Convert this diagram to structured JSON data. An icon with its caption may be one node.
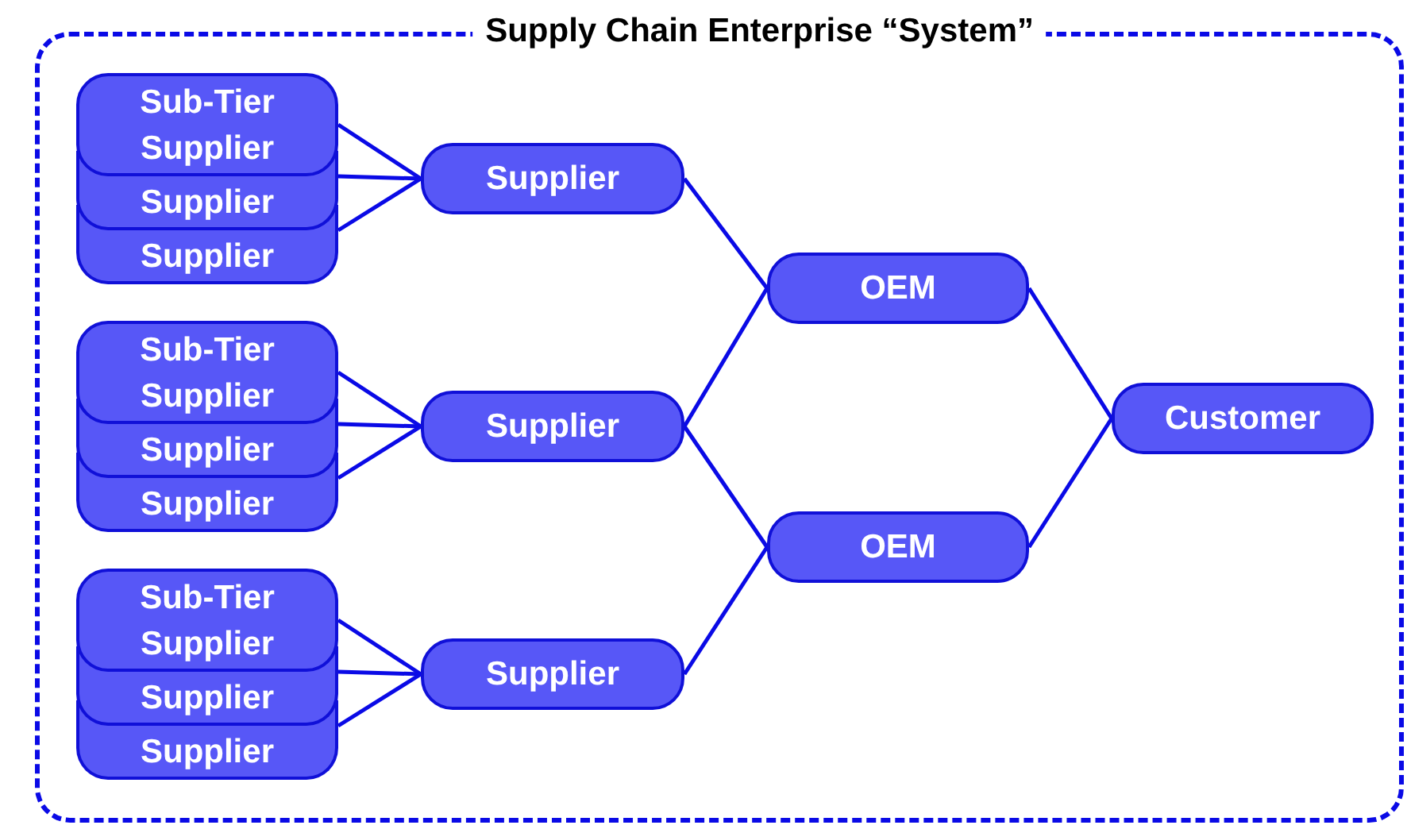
{
  "diagram": {
    "nodes": [
      {
        "text": [
          "Supply Chain Enterprise “System”"
        ]
      },
      {
        "text": [
          "Sub-Tier Supplier"
        ],
        "in": 0
      },
      {
        "text": [
          "Supplier"
        ],
        "in": 0
      },
      {
        "text": [
          "Supplier"
        ],
        "in": 0
      },
      {
        "text": [
          "Supplier"
        ],
        "in": 0
      },
      {
        "text": [
          "Sub-Tier Supplier"
        ],
        "in": 0
      },
      {
        "text": [
          "Supplier"
        ],
        "in": 0
      },
      {
        "text": [
          "Supplier"
        ],
        "in": 0
      },
      {
        "text": [
          "Supplier"
        ],
        "in": 0
      },
      {
        "text": [
          "Sub-Tier Supplier"
        ],
        "in": 0
      },
      {
        "text": [
          "Supplier"
        ],
        "in": 0
      },
      {
        "text": [
          "Supplier"
        ],
        "in": 0
      },
      {
        "text": [
          "Supplier"
        ],
        "in": 0
      },
      {
        "text": [
          "OEM"
        ],
        "in": 0
      },
      {
        "text": [
          "OEM"
        ],
        "in": 0
      },
      {
        "text": [
          "Customer"
        ],
        "in": 0
      }
    ],
    "edges": [
      {
        "from": 1,
        "to": 4,
        "arrow": "none"
      },
      {
        "from": 2,
        "to": 4,
        "arrow": "none"
      },
      {
        "from": 3,
        "to": 4,
        "arrow": "none"
      },
      {
        "from": 5,
        "to": 8,
        "arrow": "none"
      },
      {
        "from": 6,
        "to": 8,
        "arrow": "none"
      },
      {
        "from": 7,
        "to": 8,
        "arrow": "none"
      },
      {
        "from": 9,
        "to": 12,
        "arrow": "none"
      },
      {
        "from": 10,
        "to": 12,
        "arrow": "none"
      },
      {
        "from": 11,
        "to": 12,
        "arrow": "none"
      },
      {
        "from": 4,
        "to": 13,
        "arrow": "none"
      },
      {
        "from": 8,
        "to": 13,
        "arrow": "none"
      },
      {
        "from": 8,
        "to": 14,
        "arrow": "none"
      },
      {
        "from": 12,
        "to": 14,
        "arrow": "none"
      },
      {
        "from": 13,
        "to": 15,
        "arrow": "none"
      },
      {
        "from": 14,
        "to": 15,
        "arrow": "none"
      }
    ]
  }
}
